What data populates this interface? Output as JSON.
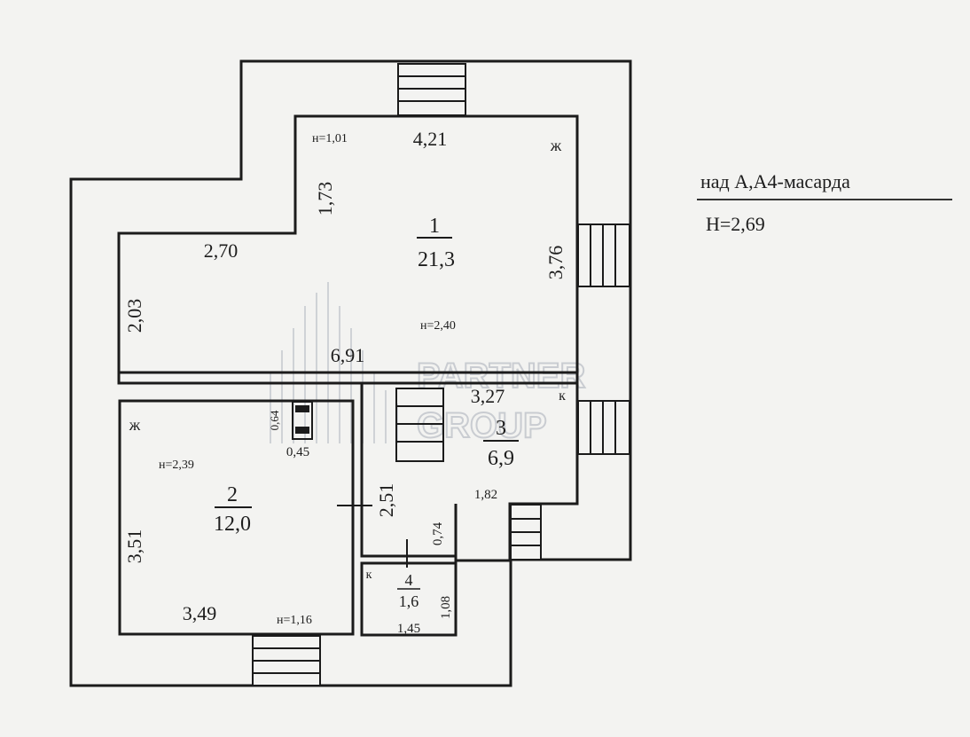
{
  "header_note": {
    "title": "над А,А4-масарда",
    "height": "Н=2,69"
  },
  "watermark": {
    "line1": "PARTNER",
    "line2": "GROUP"
  },
  "rooms": [
    {
      "id": "1",
      "number": "1",
      "area": "21,3"
    },
    {
      "id": "2",
      "number": "2",
      "area": "12,0"
    },
    {
      "id": "3",
      "number": "3",
      "area": "6,9"
    },
    {
      "id": "4",
      "number": "4",
      "area": "1,6"
    }
  ],
  "dimensions": {
    "d421": "4,21",
    "d173": "1,73",
    "d270": "2,70",
    "d376": "3,76",
    "d203": "2,03",
    "d691": "6,91",
    "d327": "3,27",
    "d351": "3,51",
    "d349": "3,49",
    "d251": "2,51",
    "d182": "1,82",
    "d074": "0,74",
    "d108": "1,08",
    "d145": "1,45",
    "d064": "0,64",
    "d045": "0,45"
  },
  "heights": {
    "h1": "н=1,01",
    "h2": "н=2,40",
    "h3": "н=2,39",
    "h4": "н=1,16"
  },
  "marks": {
    "zh1": "ж",
    "zh2": "ж",
    "k1": "к",
    "k2": "к"
  }
}
